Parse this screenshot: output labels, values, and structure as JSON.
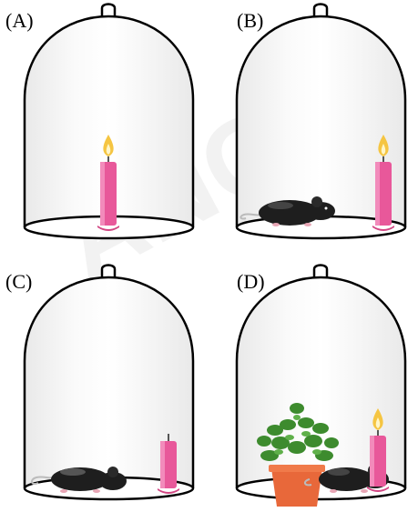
{
  "panels": [
    {
      "label": "(A)",
      "contents": [
        "candle",
        "flame"
      ]
    },
    {
      "label": "(B)",
      "contents": [
        "mouse",
        "candle",
        "flame"
      ]
    },
    {
      "label": "(C)",
      "contents": [
        "mouse",
        "candle"
      ]
    },
    {
      "label": "(D)",
      "contents": [
        "plant",
        "mouse",
        "candle",
        "flame"
      ]
    }
  ],
  "watermark": {
    "text": "ANGR"
  },
  "colors": {
    "jar_outline": "#000000",
    "jar_fill": "#f4f4f4",
    "candle": "#e8589a",
    "flame": "#f5c542",
    "mouse": "#1e1e1e",
    "pot": "#e8683a",
    "leaves": "#3d8b2e"
  }
}
